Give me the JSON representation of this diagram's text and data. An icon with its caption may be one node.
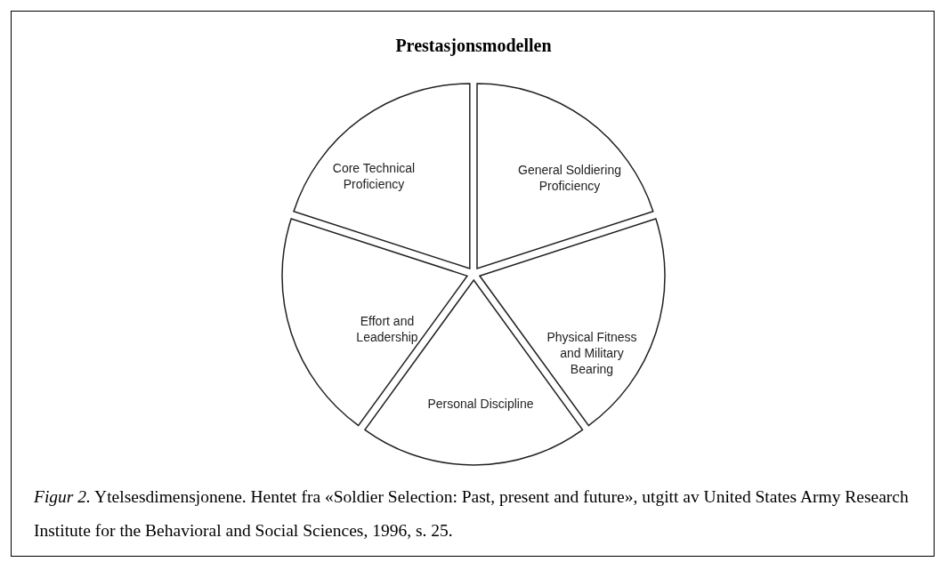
{
  "diagram": {
    "title": "Prestasjonsmodellen",
    "nodes": [
      {
        "text": [
          "Core Technical Proficiency"
        ]
      },
      {
        "text": [
          "General Soldiering Proficiency"
        ]
      },
      {
        "text": [
          "Effort and Leadership"
        ]
      },
      {
        "text": [
          "Physical Fitness and Military Bearing"
        ]
      },
      {
        "text": [
          "Personal Discipline"
        ]
      }
    ],
    "caption": "*Figur 2.* Ytelsesdimensjonene. Hentet fra «Soldier Selection: Past, present and future», utgitt av United States Army Research Institute for the Behavioral and Social Sciences, 1996, s. 25."
  }
}
